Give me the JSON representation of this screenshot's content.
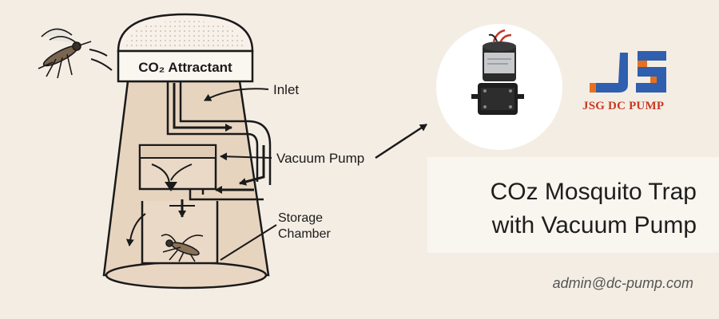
{
  "diagram": {
    "labels": {
      "attractant": "CO₂ Attractant",
      "inlet": "Inlet",
      "vacuum_pump": "Vacuum Pump",
      "storage_line1": "Storage",
      "storage_line2": "Chamber"
    }
  },
  "brand": {
    "name": "JSG DC PUMP",
    "logo_blue": "#2f5fae",
    "logo_orange": "#e7701f",
    "name_color": "#c83a22"
  },
  "title": {
    "line1": "COz Mosquito Trap",
    "line2": "with Vacuum Pump"
  },
  "contact": {
    "email": "admin@dc-pump.com"
  },
  "colors": {
    "background": "#f4ede4",
    "panel": "#f9f5ef",
    "trap_fill": "#e7d4bf",
    "line": "#1a1a1a"
  }
}
